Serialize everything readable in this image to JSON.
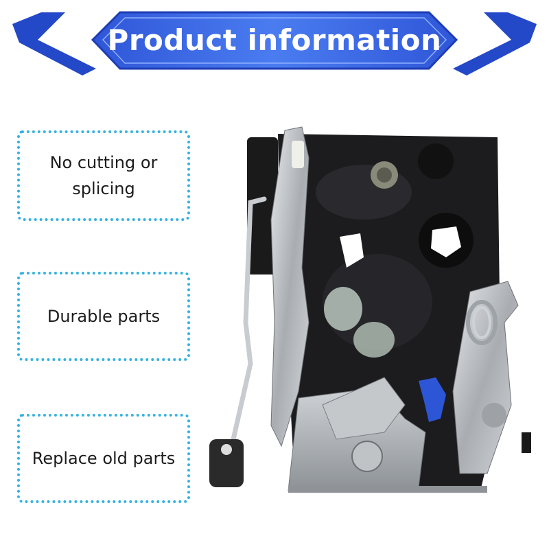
{
  "banner": {
    "title": "Product information",
    "color_dark": "#1f3fc0",
    "color_light": "#4f7ff0"
  },
  "features": [
    {
      "line1": "No cutting or",
      "line2": "splicing"
    },
    {
      "line1": "Durable parts",
      "line2": ""
    },
    {
      "line1": "Replace old parts",
      "line2": ""
    }
  ],
  "box_border_color": "#34b2e3",
  "product_image": {
    "icon": "door-lock-actuator-photo"
  }
}
